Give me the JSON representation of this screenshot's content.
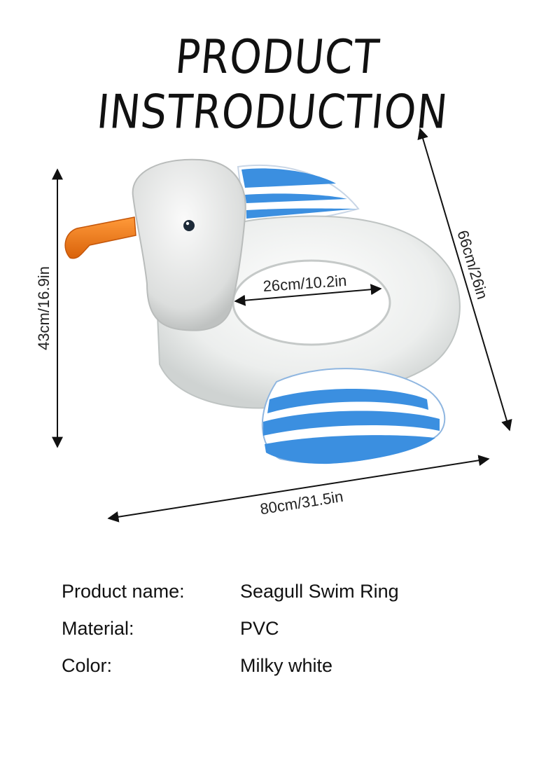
{
  "title": "PRODUCT INSTRODUCTION",
  "dimensions": {
    "height": "43cm/16.9in",
    "inner": "26cm/10.2in",
    "depth": "66cm/26in",
    "width": "80cm/31.5in"
  },
  "specs": [
    {
      "label": "Product name:",
      "value": "Seagull Swim Ring"
    },
    {
      "label": "Material:",
      "value": "PVC"
    },
    {
      "label": "Color:",
      "value": "Milky white"
    }
  ],
  "colors": {
    "ring": "#f1f2f0",
    "beak": "#f07a1a",
    "stripe": "#3b8fe0"
  },
  "image": "seagull-swim-ring-illustration"
}
